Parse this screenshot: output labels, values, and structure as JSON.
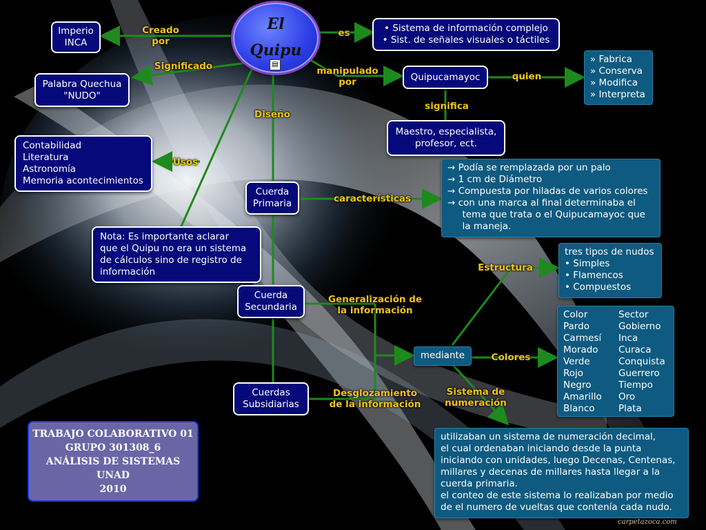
{
  "root": {
    "title_line1": "El",
    "title_line2": "Quipu",
    "note_icon": "note-icon"
  },
  "links": {
    "creado_por": "Creado\npor",
    "significado": "Significado",
    "es": "es",
    "manipulado_por": "manipulado\npor",
    "quien": "quien",
    "significa": "significa",
    "diseno": "Diseño",
    "usos": "Usos",
    "caracteristicas": "características",
    "estructura": "Estructura",
    "generalizacion": "Generalización de\nla información",
    "colores": "Colores",
    "sistema_numeracion": "Sistema de\nnumeración",
    "desglozamiento": "Desglozamiento\nde la información"
  },
  "nodes": {
    "imperio": [
      "Imperio",
      "INCA"
    ],
    "quechua": [
      "Palabra Quechua",
      "\"NUDO\""
    ],
    "usos_list": [
      "Contabilidad",
      "Literatura",
      "Astronomía",
      "Memoria acontecimientos"
    ],
    "nota": [
      "Nota: Es importante aclarar",
      "que el Quipu no era un sistema",
      "de cálculos sino de registro de",
      "información"
    ],
    "es_list": [
      "• Sistema de información complejo",
      "• Sist. de señales visuales o táctiles"
    ],
    "quipucamayoc": "Quipucamayoc",
    "quien_list": [
      "» Fabrica",
      "» Conserva",
      "» Modifica",
      "» Interpreta"
    ],
    "maestro": [
      "Maestro, especialista,",
      "profesor, ect."
    ],
    "caracteristicas_list": [
      "→ Podía se remplazada por un palo",
      "→ 1 cm de Diámetro",
      "→ Compuesta por hiladas de varios colores",
      "→ con una marca al final determinaba el",
      "     tema que trata o el Quipucamayoc que",
      "     la maneja."
    ],
    "cuerda_primaria": [
      "Cuerda",
      "Primaria"
    ],
    "cuerda_secundaria": [
      "Cuerda",
      "Secundaria"
    ],
    "cuerdas_subsidiarias": [
      "Cuerdas",
      "Subsidiarias"
    ],
    "nudos_list": [
      "tres tipos de nudos",
      "• Simples",
      "• Flamencos",
      "• Compuestos"
    ],
    "mediante": "mediante",
    "colores_table": [
      [
        "Color",
        "Sector"
      ],
      [
        "Pardo",
        "Gobierno"
      ],
      [
        "Carmesí",
        "Inca"
      ],
      [
        "Morado",
        "Curaca"
      ],
      [
        "Verde",
        "Conquista"
      ],
      [
        "Rojo",
        "Guerrero"
      ],
      [
        "Negro",
        "Tiempo"
      ],
      [
        "Amarillo",
        "Oro"
      ],
      [
        "Blanco",
        "Plata"
      ]
    ],
    "numeracion_text": [
      "utilizaban un sistema de numeración decimal,",
      "el cual ordenaban iniciando desde la punta",
      "iniciando con unidades, luego Decenas, Centenas,",
      "millares y decenas de millares hasta llegar a la",
      "cuerda primaria.",
      "el conteo de este sistema lo realizaban por medio",
      "de el numero de vueltas que contenía cada nudo."
    ]
  },
  "footer": [
    "TRABAJO COLABORATIVO 01",
    "GRUPO 301308_6",
    "ANÁLISIS DE SISTEMAS",
    "UNAD",
    "2010"
  ],
  "watermark": "carpetazoca.com",
  "colors": {
    "link": "#1e8a1e",
    "label": "#f0c31a",
    "navy": "#05097a",
    "teal": "#0e5a80",
    "root": "#3d52f0"
  }
}
